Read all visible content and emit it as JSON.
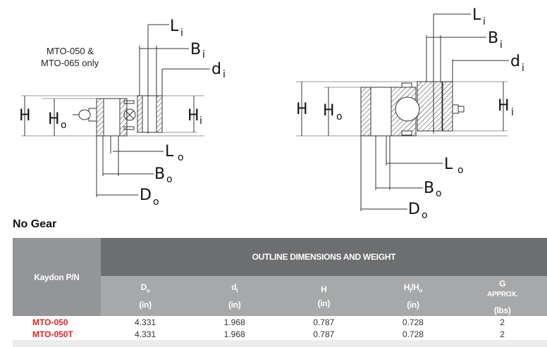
{
  "drawing_left": {
    "note_line1": "MTO-050 &",
    "note_line2": "MTO-065 only",
    "labels": {
      "H": "H",
      "Ho": "H",
      "Ho_sub": "o",
      "Hi": "H",
      "Hi_sub": "i",
      "Li": "L",
      "Li_sub": "i",
      "Bi": "B",
      "Bi_sub": "i",
      "di": "d",
      "di_sub": "i",
      "Lo": "L",
      "Lo_sub": "o",
      "Bo": "B",
      "Bo_sub": "o",
      "Do": "D",
      "Do_sub": "o"
    }
  },
  "drawing_right": {
    "labels": {
      "H": "H",
      "Ho": "H",
      "Ho_sub": "o",
      "Hi": "H",
      "Hi_sub": "i",
      "Li": "L",
      "Li_sub": "i",
      "Bi": "B",
      "Bi_sub": "i",
      "di": "d",
      "di_sub": "i",
      "Lo": "L",
      "Lo_sub": "o",
      "Bo": "B",
      "Bo_sub": "o",
      "Do": "D",
      "Do_sub": "o"
    }
  },
  "section_title": "No Gear",
  "table": {
    "pn_header": "Kaydon P/N",
    "group_header": "OUTLINE DIMENSIONS AND WEIGHT",
    "columns": [
      {
        "name": "D",
        "sub": "o",
        "unit": "(in)"
      },
      {
        "name": "d",
        "sub": "I",
        "unit": "(in)"
      },
      {
        "name": "H",
        "sub": "",
        "unit": "(in)"
      },
      {
        "name": "H",
        "sub": "I",
        "name2": "/H",
        "sub2": "o",
        "unit": "(in)"
      },
      {
        "name": "G",
        "extra": "APPROX.",
        "unit": "(lbs)"
      }
    ],
    "rows": [
      {
        "pn": "MTO-050",
        "values": [
          "4.331",
          "1.968",
          "0.787",
          "0.728",
          "2"
        ]
      },
      {
        "pn": "MTO-050T",
        "values": [
          "4.331",
          "1.968",
          "0.787",
          "0.728",
          "2"
        ]
      }
    ]
  },
  "colors": {
    "header_dark": "#6d6e70",
    "header_light": "#a7a8aa",
    "pn_red": "#e3242b"
  }
}
